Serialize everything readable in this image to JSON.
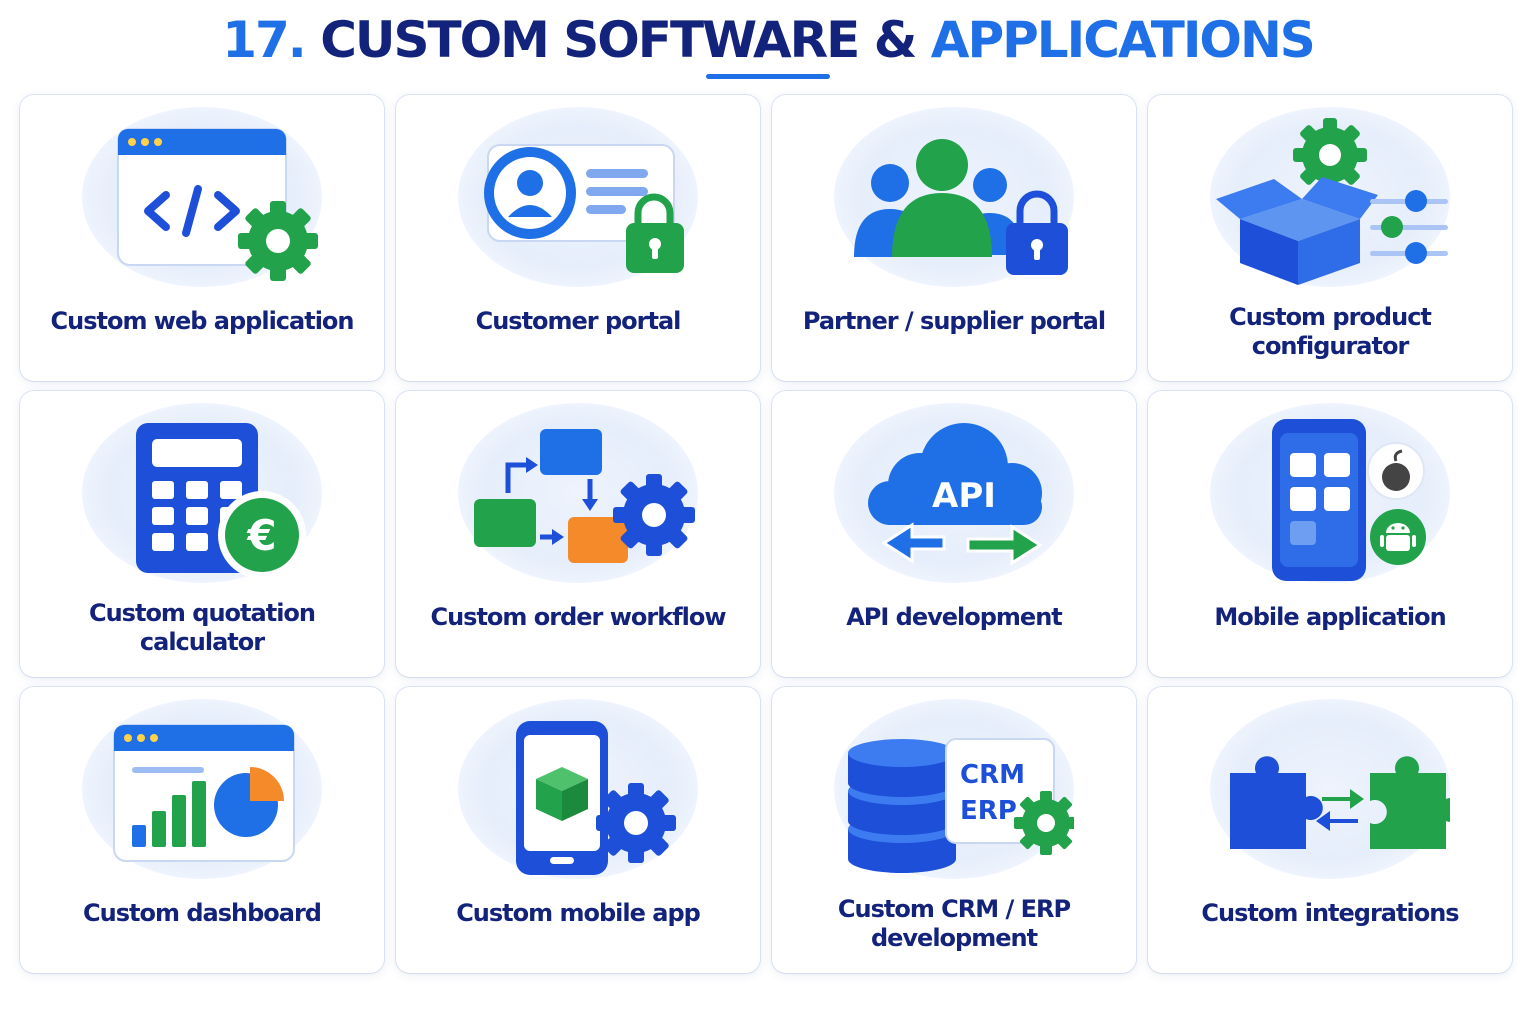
{
  "header": {
    "number": "17.",
    "title_main": "CUSTOM SOFTWARE &",
    "title_accent": "APPLICATIONS"
  },
  "cards": [
    {
      "label_1": "Custom web application",
      "label_2": "",
      "icon": "code-window-gear-icon"
    },
    {
      "label_1": "Customer portal",
      "label_2": "",
      "icon": "user-card-lock-icon"
    },
    {
      "label_1": "Partner / supplier portal",
      "label_2": "",
      "icon": "group-lock-icon"
    },
    {
      "label_1": "Custom product",
      "label_2": "configurator",
      "icon": "box-gear-sliders-icon"
    },
    {
      "label_1": "Custom quotation",
      "label_2": "calculator",
      "icon": "calculator-euro-icon"
    },
    {
      "label_1": "Custom order workflow",
      "label_2": "",
      "icon": "workflow-gear-icon"
    },
    {
      "label_1": "API development",
      "label_2": "",
      "icon": "api-cloud-arrows-icon"
    },
    {
      "label_1": "Mobile application",
      "label_2": "",
      "icon": "phone-apple-android-icon"
    },
    {
      "label_1": "Custom dashboard",
      "label_2": "",
      "icon": "dashboard-charts-icon"
    },
    {
      "label_1": "Custom mobile app",
      "label_2": "",
      "icon": "phone-cube-gear-icon"
    },
    {
      "label_1": "Custom CRM / ERP",
      "label_2": "development",
      "icon": "database-crm-erp-icon",
      "badge_1": "CRM",
      "badge_2": "ERP"
    },
    {
      "label_1": "Custom integrations",
      "label_2": "",
      "icon": "puzzle-arrows-icon"
    }
  ],
  "colors": {
    "navy": "#13227a",
    "blue": "#1f6fe6",
    "deep_blue": "#1d4fd8",
    "green": "#22a24a",
    "orange": "#f58a2a"
  }
}
